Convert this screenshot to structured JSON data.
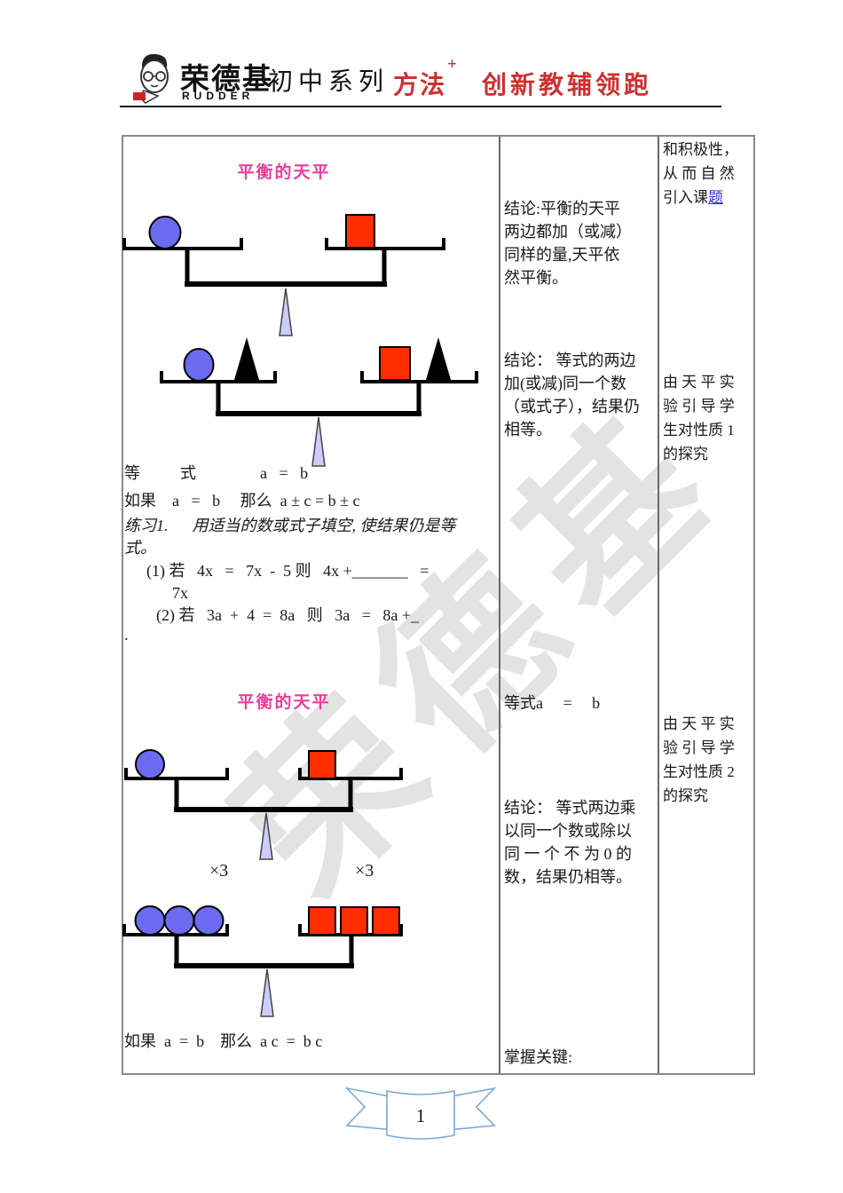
{
  "header": {
    "brand": "荣德基",
    "brand_sub": "RUDDER",
    "series": "初中系列",
    "slogan_method": "方法",
    "slogan_plus": "+",
    "slogan_tagline": "创新教辅领跑"
  },
  "watermark": "荣德基",
  "left_col": {
    "title1": "平衡的天平",
    "eq_line1": "等          式                a   =   b",
    "eq_line2": "如果    a   =   b     那么  a ± c = b ± c",
    "exercise": {
      "line1": "练习1.      用适当的数或式子填空, 使结果仍是等",
      "line2": "式。"
    },
    "item1": "(1) 若   4x   =   7x  -  5 则   4x +_______   =",
    "item1_cont": "7x",
    "item2": "(2) 若   3a  +  4  =  8a   则   3a   =   8a +_",
    "item2_cont": ".",
    "title2": "平衡的天平",
    "times_left": "×3",
    "times_right": "×3",
    "eq_line3": "如果  a  =  b    那么  a c  =  b c"
  },
  "middle_col": {
    "conclusion1": {
      "l0": "结论:平衡的天平",
      "l1": "两边都加（或减）",
      "l2": "同样的量,天平依",
      "l3": "然平衡。"
    },
    "conclusion2": {
      "l0": "结论： 等式的两边",
      "l1": "加(或减)同一个数",
      "l2": "（或式子），结果仍",
      "l3": "相等。"
    },
    "equation": "等式a     =     b",
    "conclusion3": {
      "l0": "结论： 等式两边乘",
      "l1": "以同一个数或除以",
      "l2": "同 一 个 不 为 0 的",
      "l3": "数，结果仍相等。"
    },
    "key_point": "掌握关键:"
  },
  "right_col": {
    "note1": {
      "l0": "和积极性，",
      "l1": "从 而 自 然",
      "l2_prefix": "引入课",
      "l2_link": "题"
    },
    "note2": {
      "l0": "由 天 平 实",
      "l1": "验 引 导 学",
      "l2": "生对性质 1",
      "l3": "的探究"
    },
    "note3": {
      "l0": "由 天 平 实",
      "l1": "验 引 导 学",
      "l2": "生对性质 2",
      "l3": "的探究"
    }
  },
  "footer": {
    "page_number": "1"
  },
  "colors": {
    "title_pink": "#ee3d9b",
    "slogan_red": "#cf3030",
    "ball_blue": "#6b6bf0",
    "square_red": "#ff2e00",
    "pivot_lavender": "#ccccff",
    "link_blue": "#3232cc",
    "watermark_gray": "#cdcdcd",
    "ribbon_blue": "#7aa9d6"
  }
}
